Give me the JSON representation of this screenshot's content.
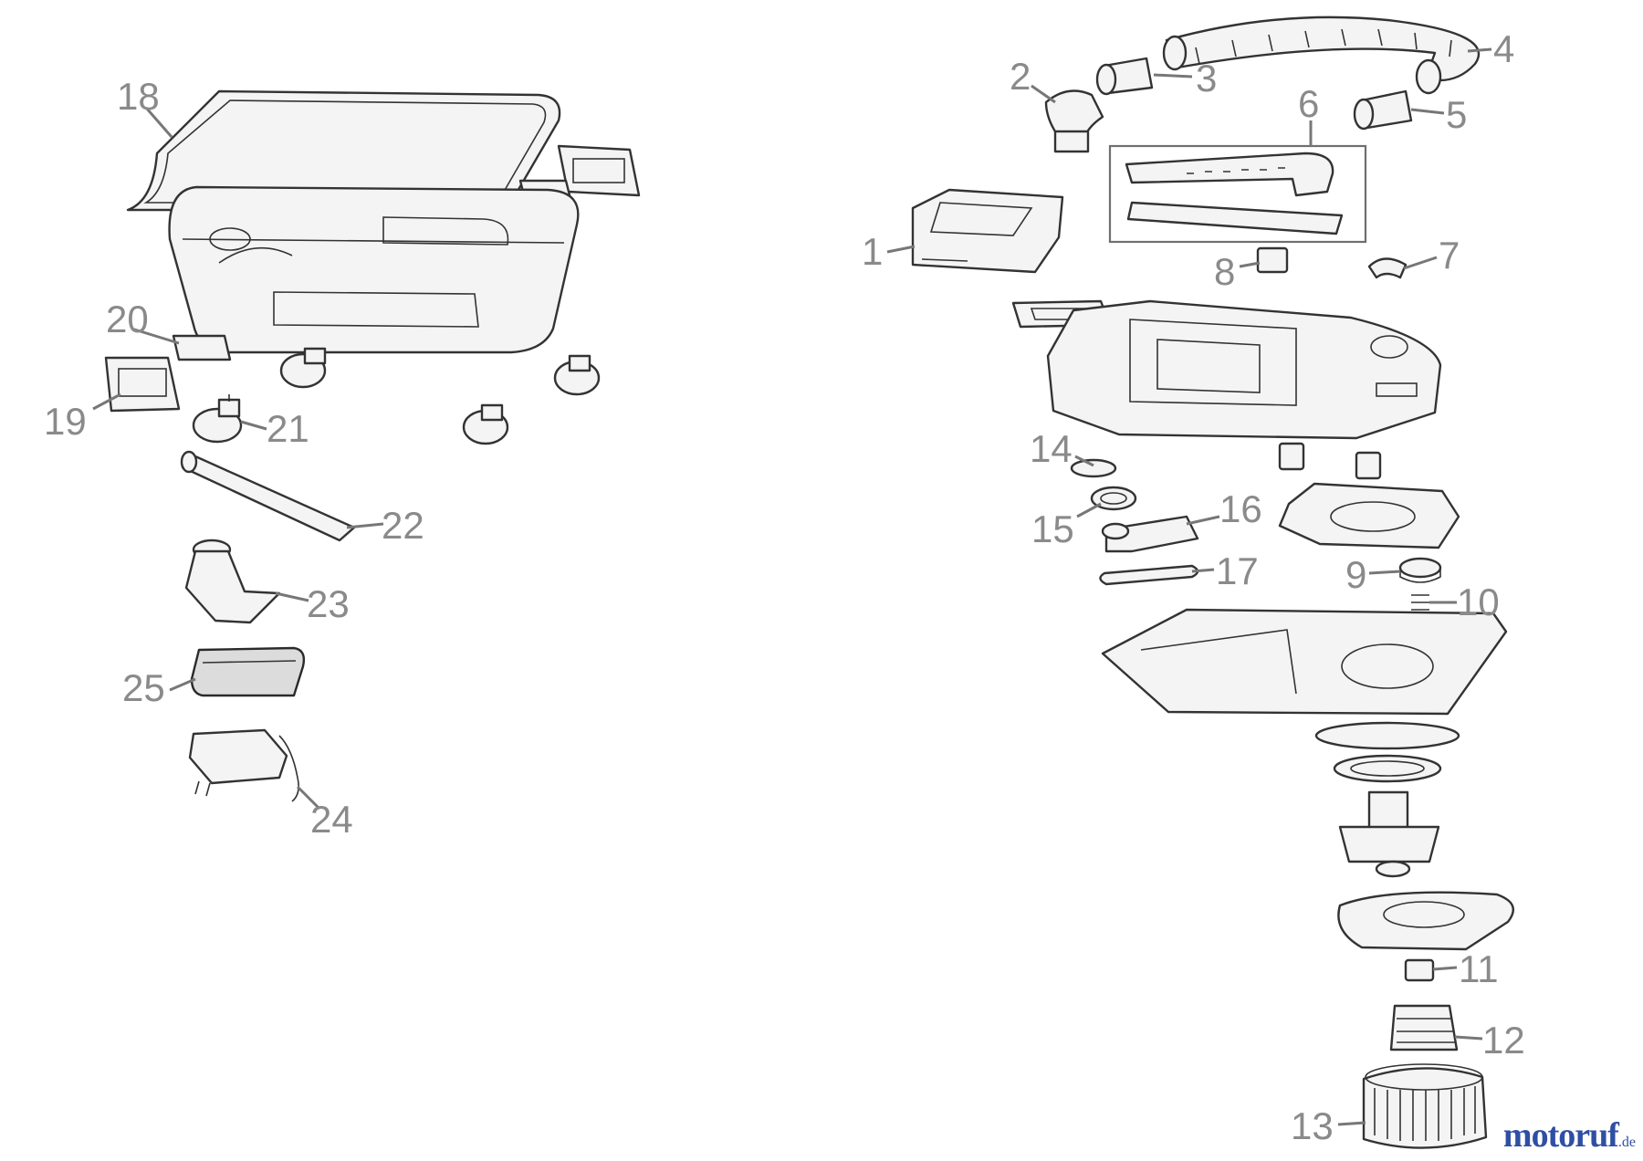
{
  "callouts": {
    "c1": "1",
    "c2": "2",
    "c3": "3",
    "c4": "4",
    "c5": "5",
    "c6": "6",
    "c7": "7",
    "c8": "8",
    "c9": "9",
    "c10": "10",
    "c11": "11",
    "c12": "12",
    "c13": "13",
    "c14": "14",
    "c15": "15",
    "c16": "16",
    "c17": "17",
    "c18": "18",
    "c19": "19",
    "c20": "20",
    "c21": "21",
    "c22": "22",
    "c23": "23",
    "c24": "24",
    "c25": "25"
  },
  "watermark": {
    "brand": "motoruf",
    "tld": ".de"
  },
  "colors": {
    "callout_text": "#8a8a8a",
    "leader": "#777777",
    "outline": "#333333",
    "brand_blue": "#2e4fa3",
    "brand_red": "#e2392b"
  }
}
